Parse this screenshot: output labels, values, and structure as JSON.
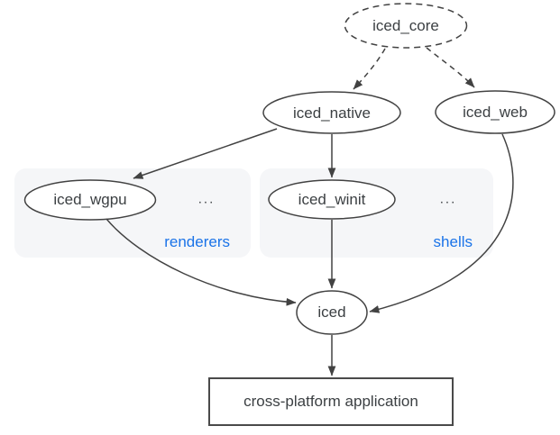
{
  "nodes": {
    "iced_core": {
      "label": "iced_core"
    },
    "iced_native": {
      "label": "iced_native"
    },
    "iced_web": {
      "label": "iced_web"
    },
    "iced_wgpu": {
      "label": "iced_wgpu"
    },
    "iced_winit": {
      "label": "iced_winit"
    },
    "iced": {
      "label": "iced"
    },
    "app": {
      "label": "cross-platform application"
    }
  },
  "groups": {
    "renderers": {
      "label": "renderers",
      "ellipsis": "..."
    },
    "shells": {
      "label": "shells",
      "ellipsis": "..."
    }
  },
  "edges": [
    {
      "from": "iced_core",
      "to": "iced_native",
      "style": "dashed"
    },
    {
      "from": "iced_core",
      "to": "iced_web",
      "style": "dashed"
    },
    {
      "from": "iced_native",
      "to": "iced_wgpu",
      "style": "solid"
    },
    {
      "from": "iced_native",
      "to": "iced_winit",
      "style": "solid"
    },
    {
      "from": "iced_wgpu",
      "to": "iced",
      "style": "solid"
    },
    {
      "from": "iced_winit",
      "to": "iced",
      "style": "solid"
    },
    {
      "from": "iced_web",
      "to": "iced",
      "style": "solid"
    },
    {
      "from": "iced",
      "to": "cross-platform application",
      "style": "solid"
    }
  ],
  "colors": {
    "background": "#ffffff",
    "node_fill": "#ffffff",
    "node_border": "#424242",
    "node_text": "#3c4043",
    "edge": "#424242",
    "group_background": "#f5f6f8",
    "group_label": "#1a73e8"
  }
}
